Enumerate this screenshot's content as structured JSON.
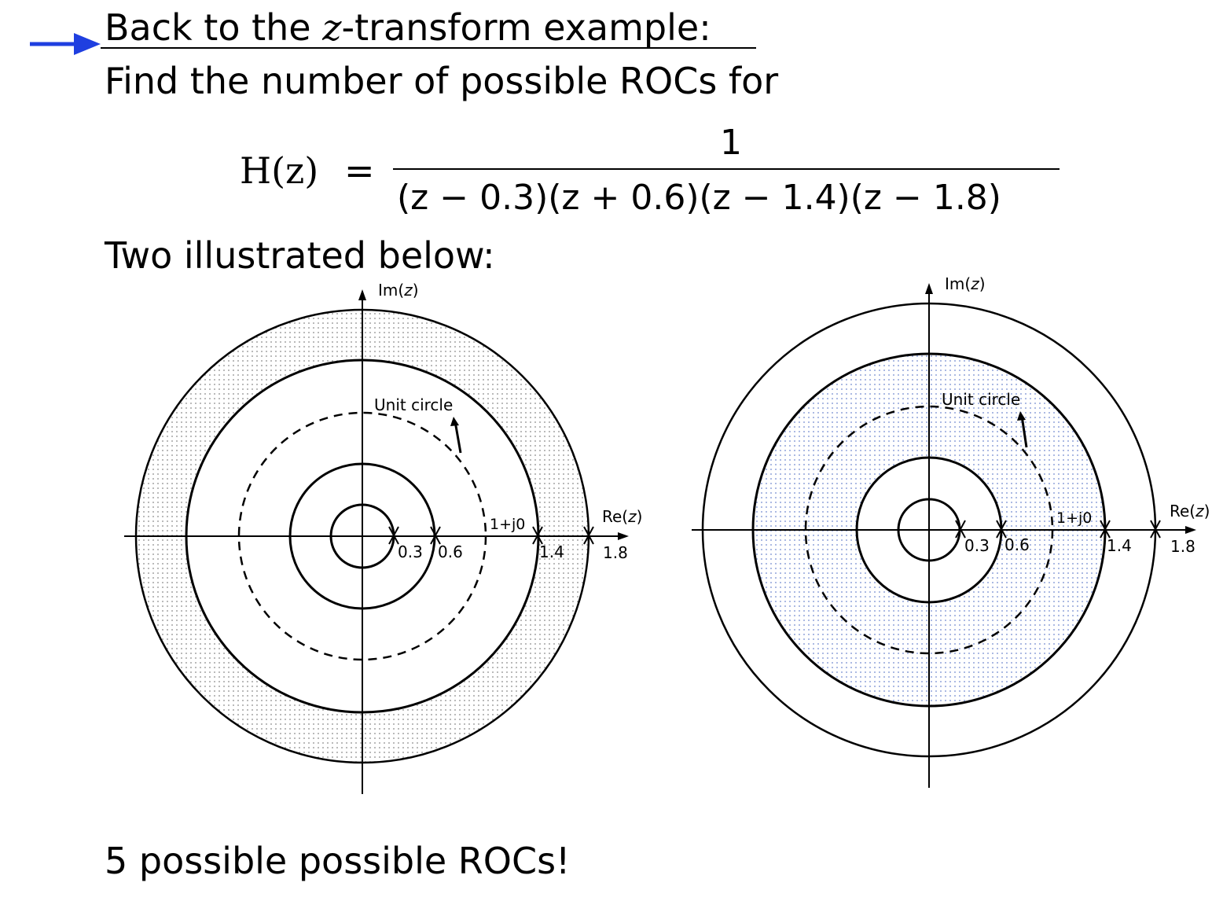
{
  "heading": {
    "part1": "Back to the ",
    "zvar": "z",
    "part2": "-transform example:"
  },
  "line2": "Find the number of possible ROCs for",
  "formula": {
    "lhs": "H(z)",
    "equals": "=",
    "numerator": "1",
    "denominator": "(z − 0.3)(z + 0.6)(z − 1.4)(z − 1.8)"
  },
  "line3": "Two illustrated below:",
  "line4": "5 possible possible ROCs!",
  "diagram_left": {
    "im_label": "Im(z)",
    "re_label": "Re(z)",
    "unit_circle_label": "Unit circle",
    "point_label": "1+j0",
    "tick_labels": [
      "0.3",
      "0.6",
      "1.4",
      "1.8"
    ],
    "shaded_region": "1.4 < |z| < 1.8",
    "shade_color": "#9a9a9a"
  },
  "diagram_right": {
    "im_label": "Im(z)",
    "re_label": "Re(z)",
    "unit_circle_label": "Unit circle",
    "point_label": "1+j0",
    "tick_labels": [
      "0.3",
      "0.6",
      "1.4",
      "1.8"
    ],
    "shaded_region": "0.6 < |z| < 1.4",
    "shade_color": "#6f86c9"
  },
  "colors": {
    "arrow": "#1f3fe0"
  }
}
